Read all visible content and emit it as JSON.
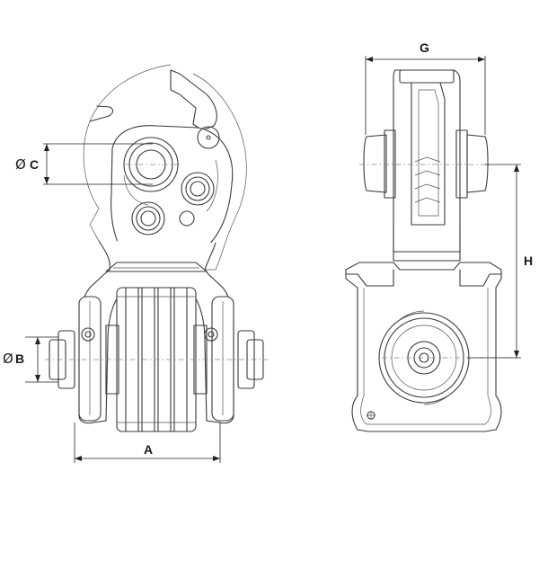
{
  "labels": {
    "dim_a": "A",
    "dim_b": "B",
    "dim_c": "C",
    "dim_g": "G",
    "dim_h": "H",
    "diameter_symbol": "Ø"
  },
  "colors": {
    "line": "#3a3a3a",
    "dimension": "#222222",
    "background": "#ffffff"
  }
}
